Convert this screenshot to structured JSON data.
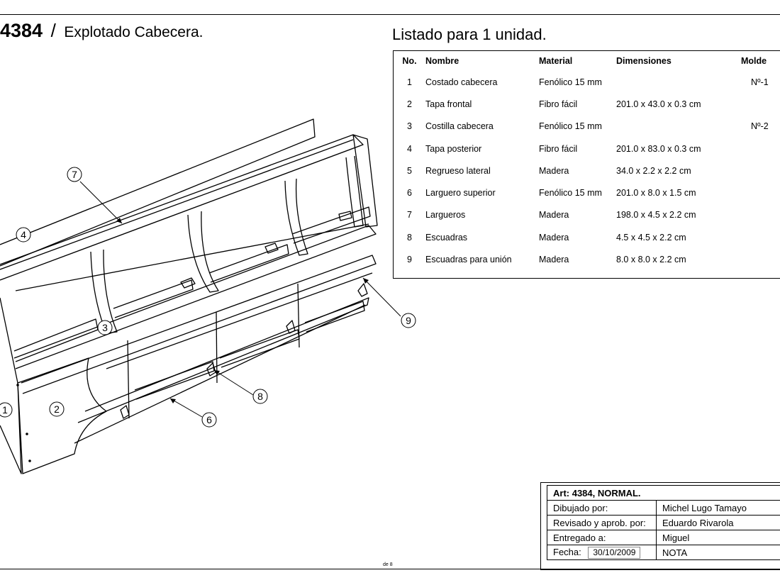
{
  "header": {
    "article_number": "4384",
    "separator": "/",
    "drawing_title": "Explotado Cabecera."
  },
  "parts_list": {
    "heading": "Listado para 1 unidad.",
    "columns": [
      "No.",
      "Nombre",
      "Material",
      "Dimensiones",
      "Molde"
    ],
    "rows": [
      {
        "no": "1",
        "nombre": "Costado cabecera",
        "material": "Fenólico 15 mm",
        "dimensiones": "",
        "molde": "Nº-1"
      },
      {
        "no": "2",
        "nombre": "Tapa frontal",
        "material": "Fibro fácil",
        "dimensiones": "201.0 x 43.0 x 0.3 cm",
        "molde": ""
      },
      {
        "no": "3",
        "nombre": "Costilla cabecera",
        "material": "Fenólico 15 mm",
        "dimensiones": "",
        "molde": "Nº-2"
      },
      {
        "no": "4",
        "nombre": "Tapa posterior",
        "material": "Fibro fácil",
        "dimensiones": "201.0 x 83.0 x 0.3 cm",
        "molde": ""
      },
      {
        "no": "5",
        "nombre": "Regrueso lateral",
        "material": "Madera",
        "dimensiones": "34.0 x 2.2 x 2.2 cm",
        "molde": ""
      },
      {
        "no": "6",
        "nombre": "Larguero superior",
        "material": "Fenólico 15 mm",
        "dimensiones": "201.0 x 8.0 x 1.5 cm",
        "molde": ""
      },
      {
        "no": "7",
        "nombre": "Largueros",
        "material": "Madera",
        "dimensiones": "198.0 x 4.5 x 2.2 cm",
        "molde": ""
      },
      {
        "no": "8",
        "nombre": "Escuadras",
        "material": "Madera",
        "dimensiones": "4.5 x 4.5 x 2.2 cm",
        "molde": ""
      },
      {
        "no": "9",
        "nombre": "Escuadras para unión",
        "material": "Madera",
        "dimensiones": "8.0 x 8.0 x 2.2 cm",
        "molde": ""
      }
    ]
  },
  "drawing": {
    "callouts": [
      "1",
      "2",
      "3",
      "4",
      "6",
      "7",
      "8",
      "9"
    ]
  },
  "title_block": {
    "article": "Art: 4384, NORMAL.",
    "drawn_by_label": "Dibujado por:",
    "drawn_by": "Michel Lugo Tamayo",
    "reviewed_label": "Revisado y aprob. por:",
    "reviewed_by": "Eduardo Rivarola",
    "delivered_label": "Entregado a:",
    "delivered_to": "Miguel",
    "date_label": "Fecha:",
    "date": "30/10/2009",
    "note_label": "NOTA"
  },
  "footer": {
    "page_count": "de 8"
  }
}
